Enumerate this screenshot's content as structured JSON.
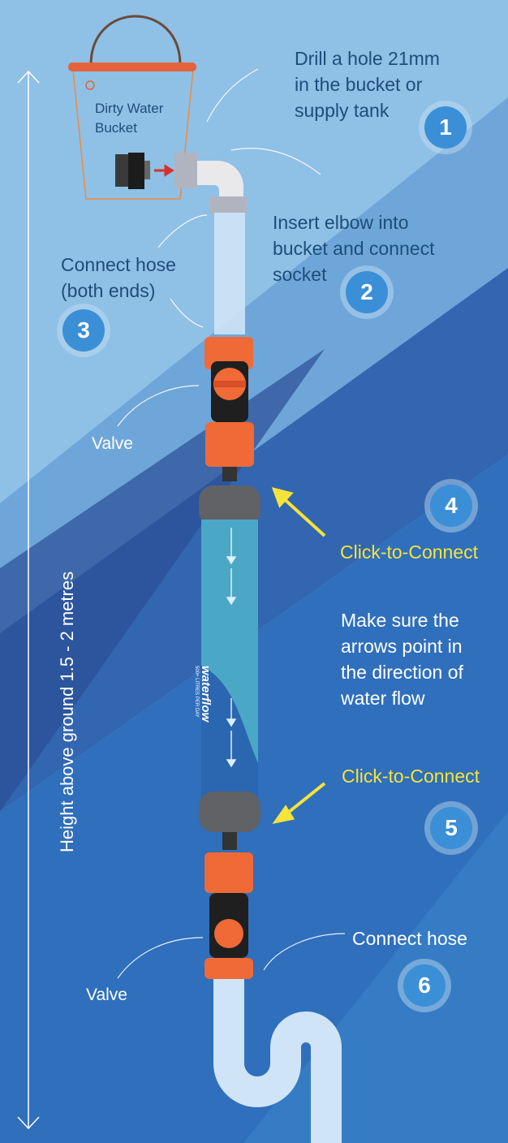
{
  "steps": [
    {
      "number": "1",
      "text_lines": [
        "Drill a hole 21mm",
        "in the bucket or",
        "supply tank"
      ]
    },
    {
      "number": "2",
      "text_lines": [
        "Insert elbow into",
        "bucket and connect",
        "socket"
      ]
    },
    {
      "number": "3",
      "text_lines": [
        "Connect hose",
        "(both ends)"
      ]
    },
    {
      "number": "4",
      "text_lines": [
        "Click-to-Connect"
      ]
    },
    {
      "number": "5",
      "text_lines": [
        "Click-to-Connect"
      ]
    },
    {
      "number": "6",
      "text_lines": [
        "Connect hose"
      ]
    }
  ],
  "bucket_label": [
    "Dirty Water",
    "Bucket"
  ],
  "valve_top": "Valve",
  "valve_bottom": "Valve",
  "direction_note": [
    "Make sure the",
    "arrows point in",
    "the direction of",
    "water flow"
  ],
  "height_note": "Height above ground 1.5 - 2 metres",
  "filter_brand": "waterflow",
  "filter_subtitle": "500+ LITRES PER DAY",
  "colors": {
    "sky": "#8fc0e6",
    "deep": "#2a5aa6",
    "orange": "#ef6a36",
    "yellow": "#f6e33b",
    "badge": "#3b8fd6"
  }
}
